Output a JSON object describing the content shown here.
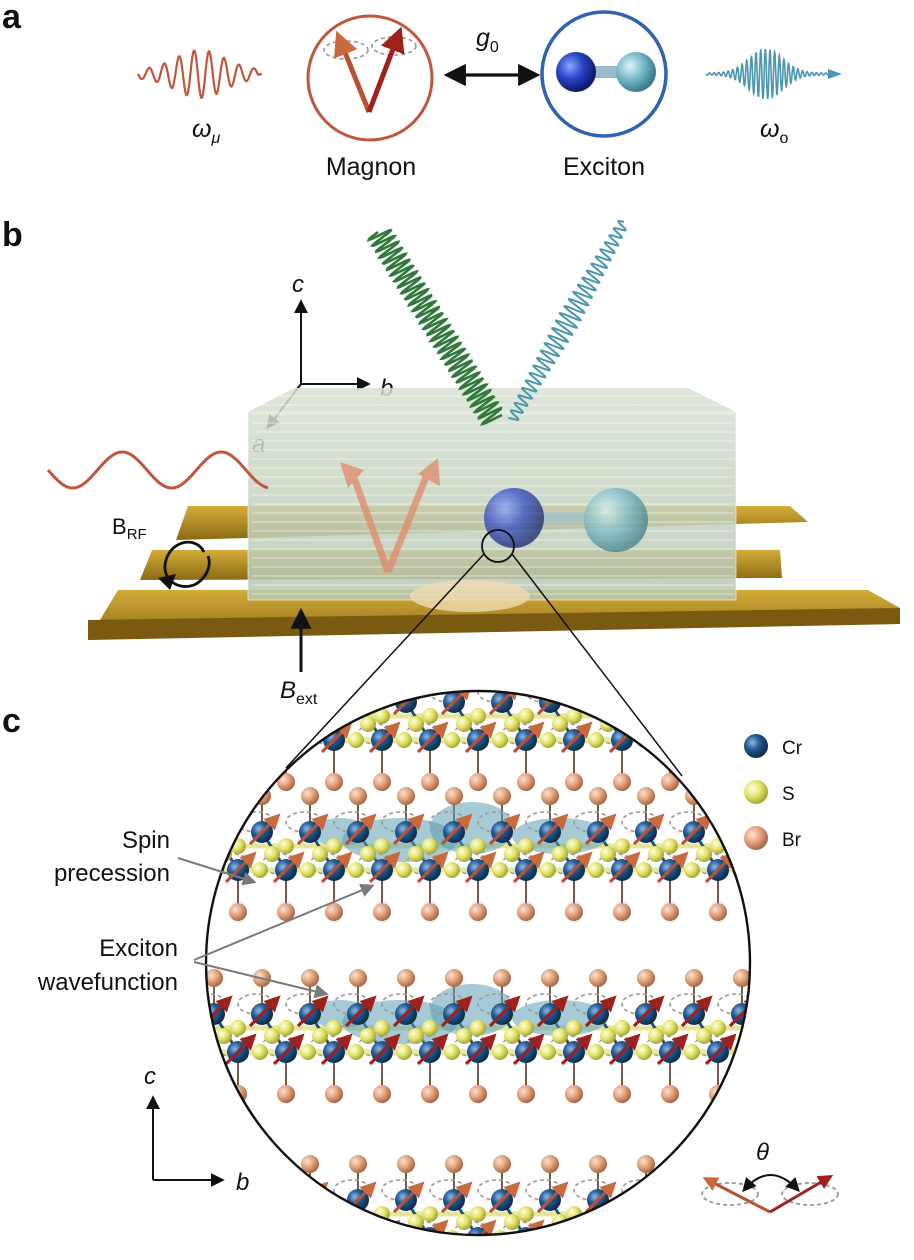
{
  "panels": {
    "a": "a",
    "b": "b",
    "c": "c"
  },
  "panel_a": {
    "microwave_symbol": "ω",
    "microwave_sub": "μ",
    "magnon_label": "Magnon",
    "coupling_symbol": "g",
    "coupling_sub": "0",
    "exciton_label": "Exciton",
    "optical_symbol": "ω",
    "optical_sub": "o"
  },
  "panel_b": {
    "axis_c": "c",
    "axis_b": "b",
    "axis_a": "a",
    "brf_main": "B",
    "brf_sub": "RF",
    "bext_main": "B",
    "bext_sub": "ext"
  },
  "panel_c": {
    "legend": [
      {
        "label": "Cr",
        "color": "#1d4e7e"
      },
      {
        "label": "S",
        "color": "#e3e36a"
      },
      {
        "label": "Br",
        "color": "#e2a07a"
      }
    ],
    "spin_line1": "Spin",
    "spin_line2": "precession",
    "exciton_line1": "Exciton",
    "exciton_line2": "wavefunction",
    "axis_c": "c",
    "axis_b": "b",
    "angle_symbol": "θ"
  },
  "colors": {
    "magnon": "#c0563c",
    "exciton": "#2f62b0",
    "optical_wave": "#4b97ae",
    "green_wave": "#2f7a3a",
    "gold": "#b58f22",
    "spin_arrow": "#a0201c"
  }
}
